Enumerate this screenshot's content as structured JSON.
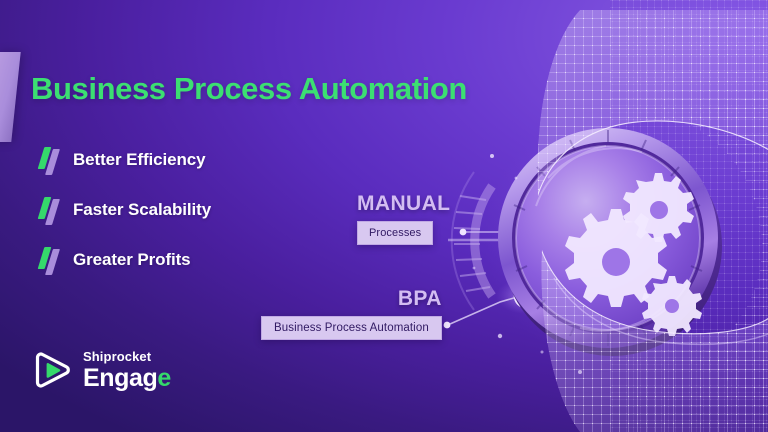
{
  "banner": {
    "headline": "Business Process Automation",
    "colors": {
      "accent_green": "#3cdf72",
      "background_dark": "#2b1568",
      "background_light": "#8557e6",
      "badge_bg": "#d8c8f0",
      "badge_text": "#311a63",
      "callout_text": "#d3bdf2",
      "bullet_green": "#35d96b",
      "bullet_purple": "#a98ddb"
    },
    "bullets": [
      {
        "label": "Better Efficiency",
        "icon": "double-slash-icon"
      },
      {
        "label": "Faster Scalability",
        "icon": "double-slash-icon"
      },
      {
        "label": "Greater Profits",
        "icon": "double-slash-icon"
      }
    ],
    "callouts": [
      {
        "title": "MANUAL",
        "badge": "Processes"
      },
      {
        "title": "BPA",
        "badge": "Business Process Automation"
      }
    ],
    "logo": {
      "top_word": "Shiprocket",
      "bottom_word": "Engage",
      "bottom_word_head": "Engag",
      "bottom_word_accent": "e",
      "mark": "play-triangle-icon"
    },
    "graphic": {
      "description": "wireframe-hand-holding-gear-dial",
      "gear_count": 3
    }
  }
}
